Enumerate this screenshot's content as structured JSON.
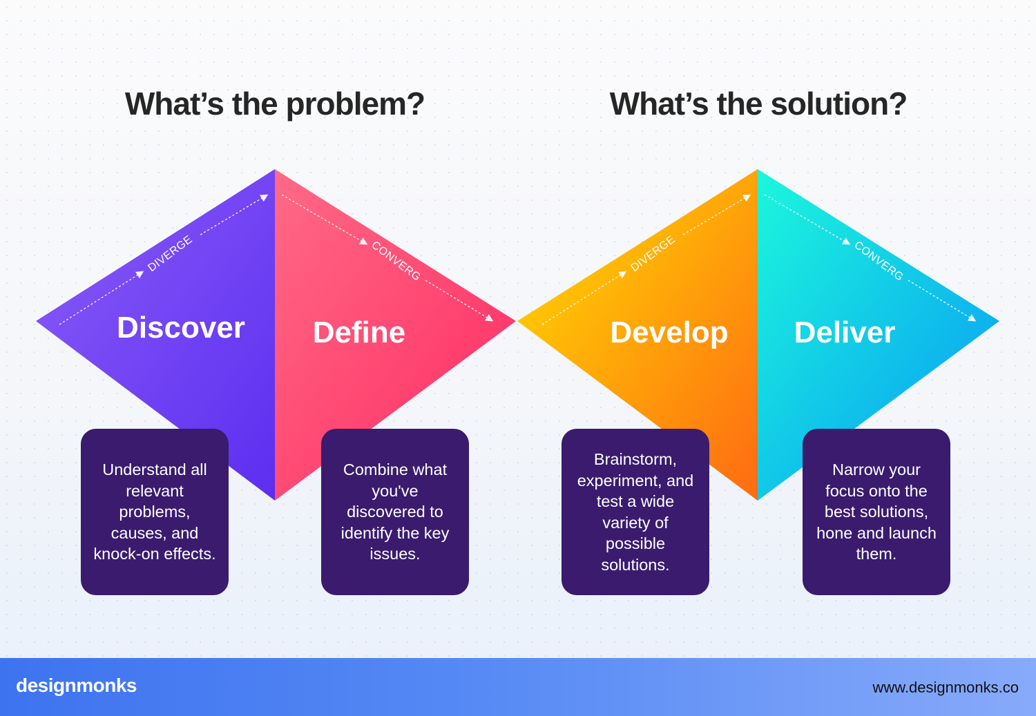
{
  "headings": {
    "problem": "What’s the problem?",
    "solution": "What’s the solution?"
  },
  "stages": [
    {
      "title": "Discover",
      "direction": "DIVERGE",
      "description": "Understand all relevant problems, causes, and knock-on effects.",
      "color_from": "#7a4cf6",
      "color_to": "#6432f0"
    },
    {
      "title": "Define",
      "direction": "CONVERG",
      "description": "Combine what you've discovered to identify the key issues.",
      "color_from": "#ff5a7c",
      "color_to": "#ff2f66"
    },
    {
      "title": "Develop",
      "direction": "DIVERGE",
      "description": "Brainstorm, experiment, and test a wide variety of possible solutions.",
      "color_from": "#ffd200",
      "color_to": "#ff7a10"
    },
    {
      "title": "Deliver",
      "direction": "CONVERG",
      "description": "Narrow your focus onto the best solutions, hone and launch them.",
      "color_from": "#16f4e0",
      "color_to": "#0a9cf4"
    }
  ],
  "card_color": "#3a1b6e",
  "footer": {
    "brand": "designmonks",
    "website": "www.designmonks.co"
  }
}
